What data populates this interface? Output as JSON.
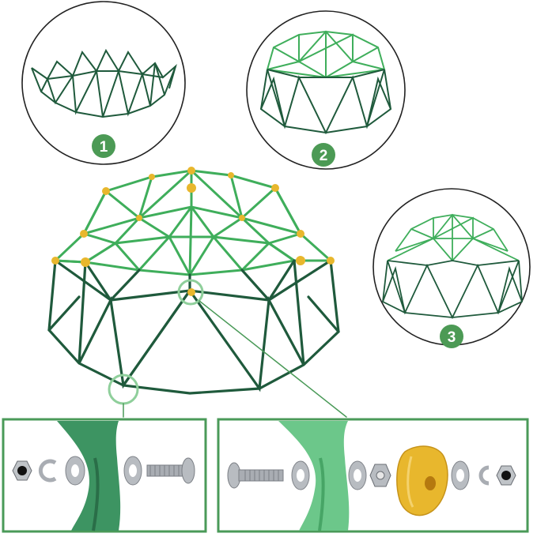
{
  "steps": [
    {
      "number": "1"
    },
    {
      "number": "2"
    },
    {
      "number": "3"
    }
  ],
  "colors": {
    "frame_dark": "#1f5a3c",
    "frame_light": "#3fae5b",
    "badge": "#4c9a55",
    "panel_border": "#4a9a58",
    "joint_yellow": "#e8b72d",
    "tube_green": "#3d9462",
    "tube_light": "#6cc78a",
    "hardware_steel": "#a9adb3",
    "background": "#ffffff"
  },
  "icons": [
    "dome-frame-step-1",
    "dome-frame-step-2",
    "dome-frame-step-3",
    "dome-assembled",
    "bolt-hardware-base",
    "bolt-hardware-joint"
  ]
}
